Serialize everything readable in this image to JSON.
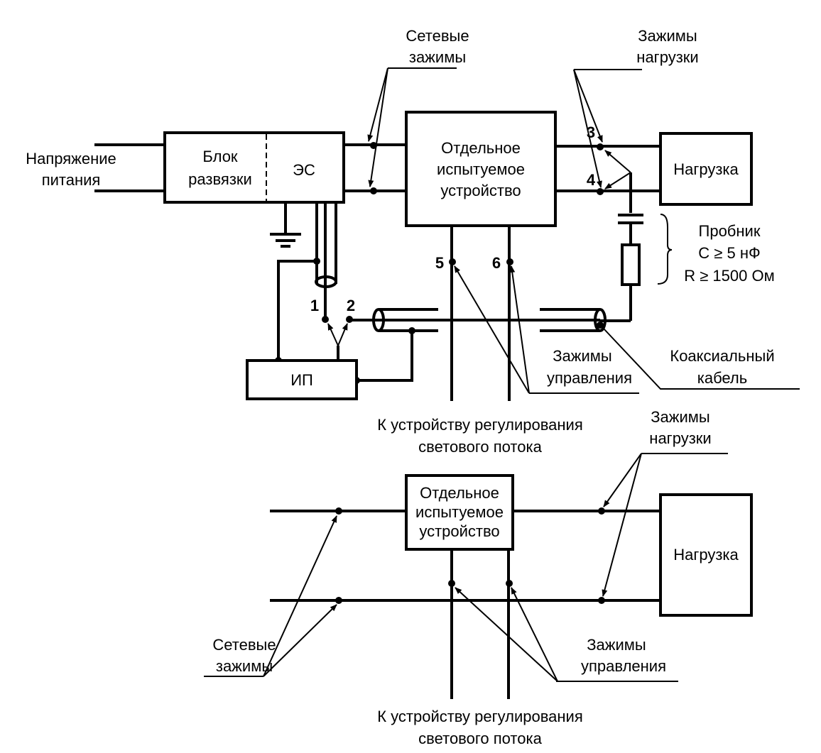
{
  "diagram": {
    "top": {
      "supply_voltage": [
        "Напряжение",
        "питания"
      ],
      "decoupling_block": [
        "Блок",
        "развязки"
      ],
      "es_block": "ЭС",
      "eut": [
        "Отдельное",
        "испытуемое",
        "устройство"
      ],
      "load": "Нагрузка",
      "mains_terminals": [
        "Сетевые",
        "зажимы"
      ],
      "load_terminals": [
        "Зажимы",
        "нагрузки"
      ],
      "probe": [
        "Пробник",
        "C ≥ 5 нФ",
        "R ≥ 1500 Ом"
      ],
      "control_terminals": [
        "Зажимы",
        "управления"
      ],
      "coax_cable": [
        "Коаксиальный",
        "кабель"
      ],
      "power_source": "ИП",
      "to_dimmer": [
        "К устройству регулирования",
        "светового потока"
      ],
      "terminal_numbers": [
        "1",
        "2",
        "3",
        "4",
        "5",
        "6"
      ]
    },
    "bottom": {
      "eut": [
        "Отдельное",
        "испытуемое",
        "устройство"
      ],
      "load": "Нагрузка",
      "load_terminals": [
        "Зажимы",
        "нагрузки"
      ],
      "mains_terminals": [
        "Сетевые",
        "зажимы"
      ],
      "control_terminals": [
        "Зажимы",
        "управления"
      ],
      "to_dimmer": [
        "К устройству регулирования",
        "светового потока"
      ]
    }
  }
}
